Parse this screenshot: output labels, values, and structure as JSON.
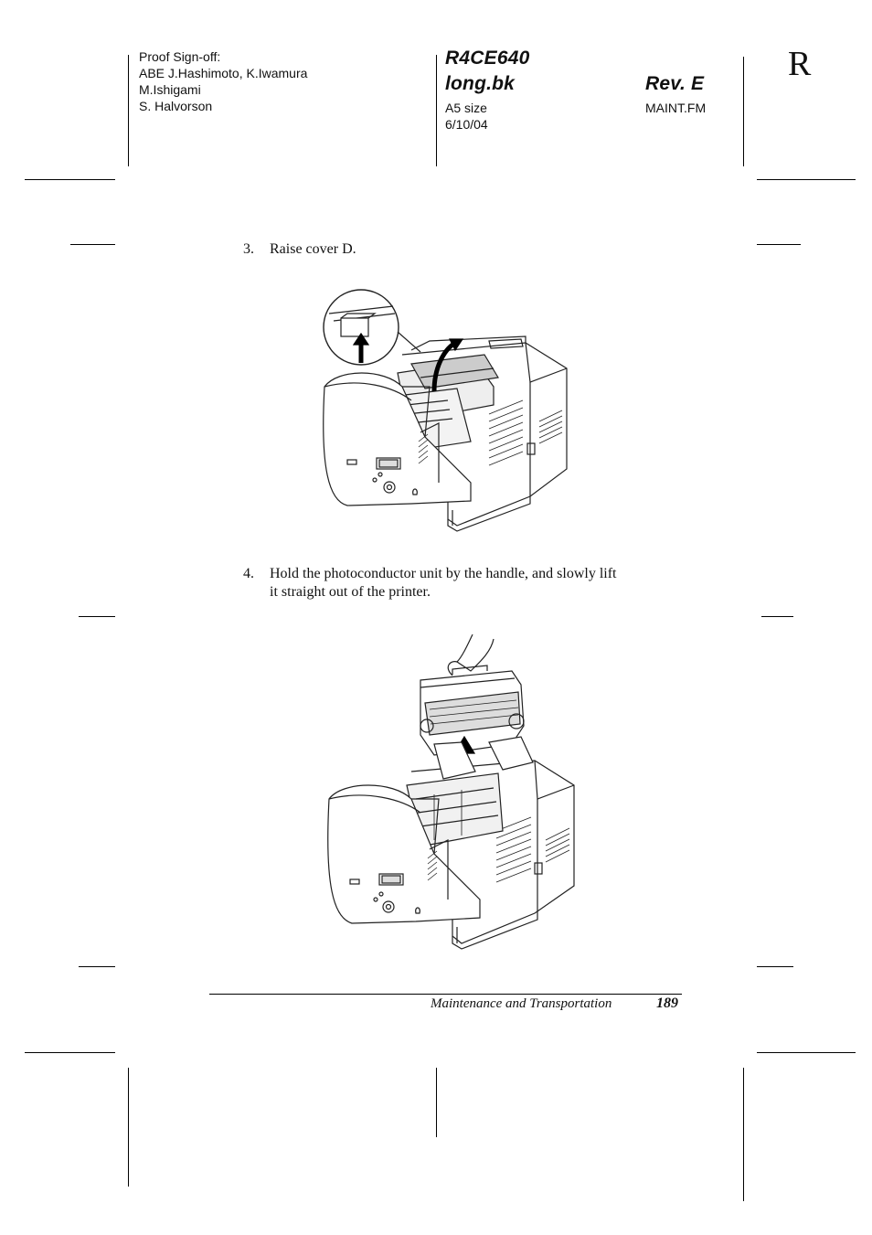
{
  "header": {
    "proof_lines": [
      "Proof Sign-off:",
      "ABE J.Hashimoto, K.Iwamura",
      "M.Ishigami",
      "S. Halvorson"
    ],
    "doc_code": "R4CE640",
    "book": "long.bk",
    "size": "A5 size",
    "date": "6/10/04",
    "revision": "Rev. E",
    "file": "MAINT.FM",
    "corner_letter": "R"
  },
  "steps": [
    {
      "number": "3.",
      "text": "Raise cover D."
    },
    {
      "number": "4.",
      "text_line1": "Hold the photoconductor unit by the handle, and slowly lift",
      "text_line2": "it straight out of the printer."
    }
  ],
  "footer": {
    "section": "Maintenance and Transportation",
    "page_number": "189"
  }
}
